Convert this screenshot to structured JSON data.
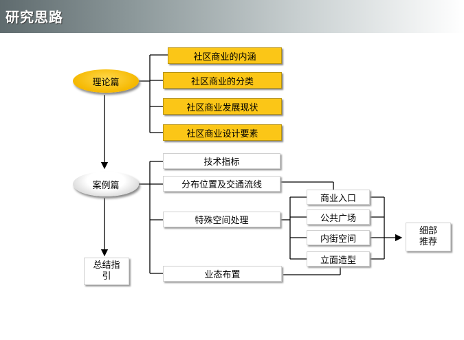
{
  "title": "研究思路",
  "nodes": {
    "theory": "理论篇",
    "theory_items": [
      "社区商业的内涵",
      "社区商业的分类",
      "社区商业发展现状",
      "社区商业设计要素"
    ],
    "cases": "案例篇",
    "case_items": [
      "技术指标",
      "分布位置及交通流线",
      "特殊空间处理",
      "业态布置"
    ],
    "space_items": [
      "商业入口",
      "公共广场",
      "内街空间",
      "立面造型"
    ],
    "detail_line1": "细部",
    "detail_line2": "推荐",
    "summary_line1": "总结指",
    "summary_line2": "引"
  },
  "colors": {
    "yellow_box": "#fbc617",
    "theory_oval": "#fbc617",
    "white_box": "#ffffff",
    "line": "#000000"
  }
}
